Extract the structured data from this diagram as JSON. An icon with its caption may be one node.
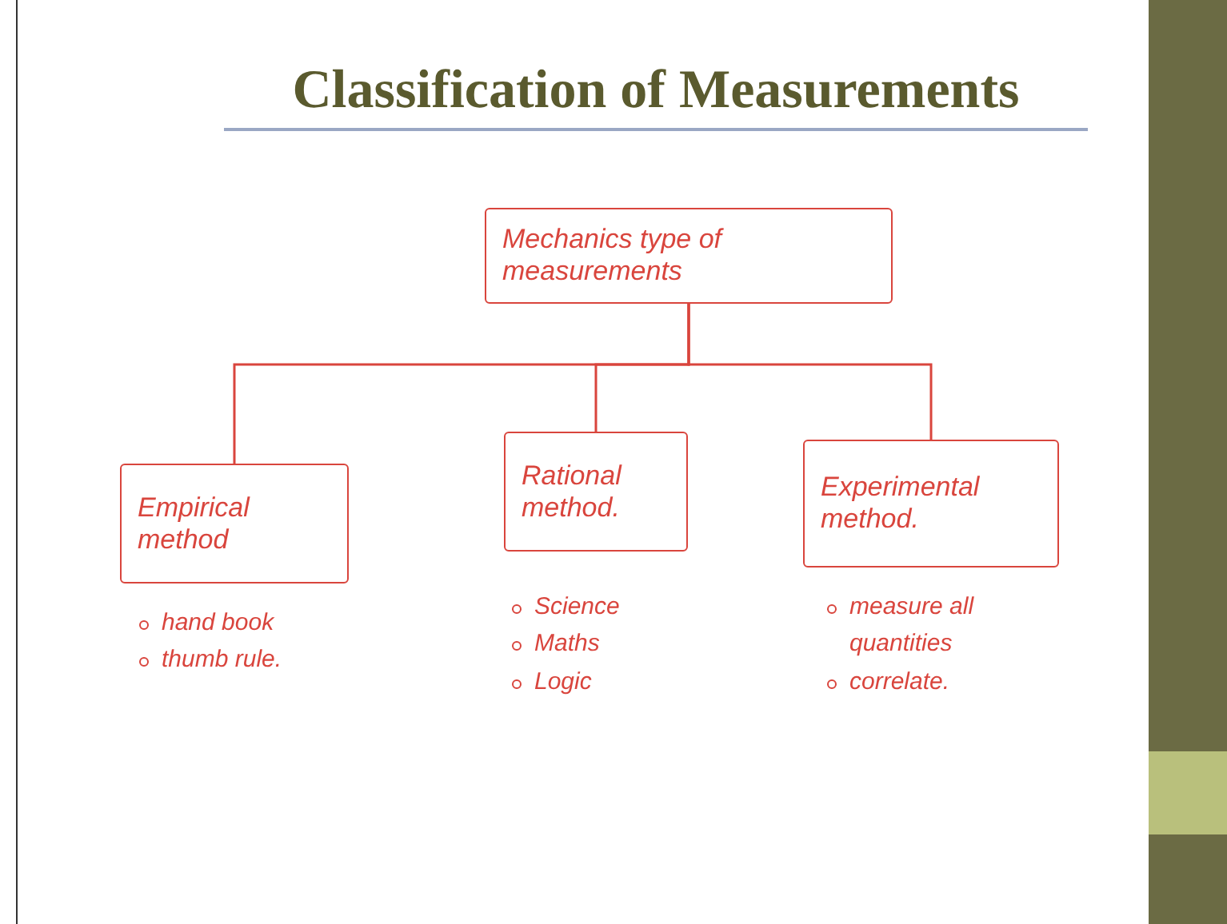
{
  "diagram": {
    "title": "Classification of Measurements",
    "nodes": [
      {
        "text": [
          "Mechanics type of measurements"
        ]
      },
      {
        "text": [
          "Empirical method"
        ],
        "beside": [
          "hand book",
          "thumb rule."
        ]
      },
      {
        "text": [
          "Rational method."
        ],
        "beside": [
          "Science",
          "Maths",
          "Logic"
        ]
      },
      {
        "text": [
          "Experimental method."
        ],
        "beside": [
          "measure all quantities",
          "correlate."
        ]
      }
    ],
    "edges": [
      {
        "from": 0,
        "to": 1,
        "arrow": "none"
      },
      {
        "from": 0,
        "to": 2,
        "arrow": "none"
      },
      {
        "from": 0,
        "to": 3,
        "arrow": "none"
      }
    ]
  }
}
